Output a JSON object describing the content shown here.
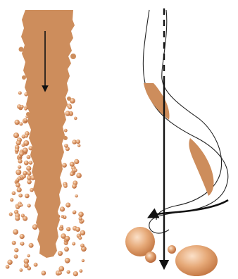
{
  "colors": {
    "background": "#ffffff",
    "jet": "#cd8d5c",
    "droplet_light": "#f2c8a4",
    "droplet_dark": "#b8683a",
    "arrow": "#111111",
    "helix_outline": "#222222"
  },
  "panels": [
    {
      "name": "straight-jet-breakup",
      "arrow_direction": "down",
      "droplet_count": 160
    },
    {
      "name": "helical-jet-breakup",
      "arrow_direction": "down",
      "rotation": "counter-clockwise"
    }
  ]
}
